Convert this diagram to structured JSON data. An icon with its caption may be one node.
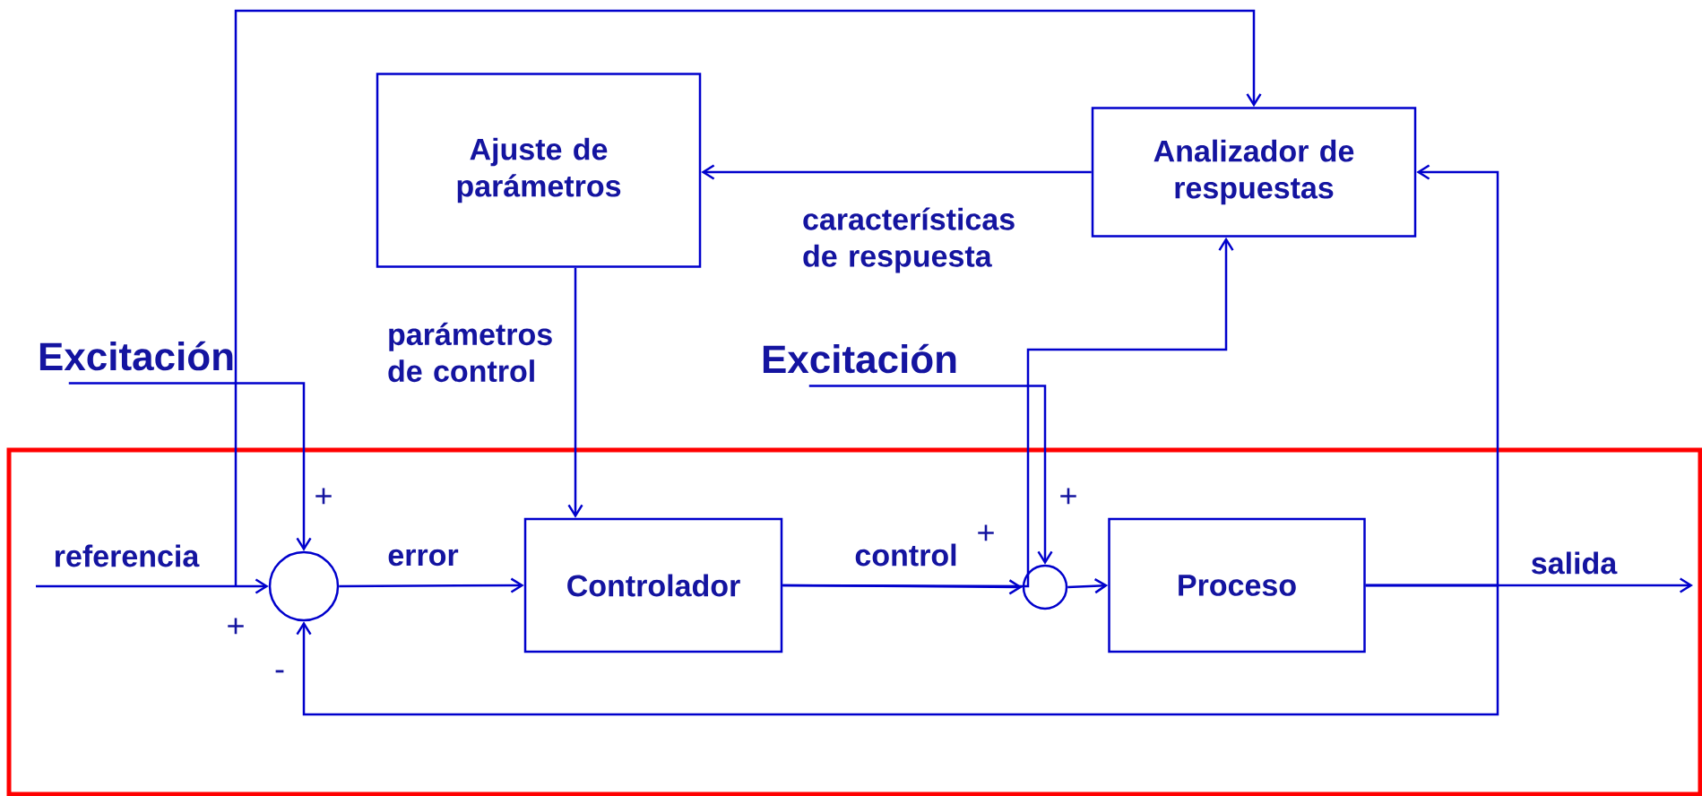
{
  "diagram": {
    "nodes": [
      {
        "text": [
          "Ajuste de parámetros"
        ]
      },
      {
        "text": [
          "Analizador de respuestas"
        ]
      },
      {
        "text": [
          "Excitación"
        ]
      },
      {
        "text": [
          "Excitación"
        ]
      },
      {
        "text": [],
        "shape": "box"
      },
      {
        "text": [],
        "shape": "circle",
        "in": 4
      },
      {
        "text": [
          "Controlador"
        ],
        "in": 4
      },
      {
        "text": [],
        "shape": "circle",
        "in": 4
      },
      {
        "text": [
          "Proceso"
        ],
        "in": 4
      }
    ],
    "edges": [
      {
        "from": null,
        "to": 1,
        "arrow": "to"
      },
      {
        "from": 1,
        "to": 0,
        "arrow": "to",
        "label": "características de respuesta"
      },
      {
        "from": 0,
        "to": 6,
        "arrow": "to",
        "label": "parámetros de control"
      },
      {
        "from": 2,
        "to": 5,
        "arrow": "to"
      },
      {
        "from": null,
        "to": 5,
        "arrow": "to",
        "label": "referencia"
      },
      {
        "from": 5,
        "to": 6,
        "arrow": "to",
        "label": "error"
      },
      {
        "from": 6,
        "to": 7,
        "arrow": "to",
        "label": "control"
      },
      {
        "from": 3,
        "to": 7,
        "arrow": "to"
      },
      {
        "from": 7,
        "to": 8,
        "arrow": "to"
      },
      {
        "from": 8,
        "to": null,
        "arrow": "to",
        "label": "salida"
      },
      {
        "from": 8,
        "to": 5,
        "arrow": "to"
      },
      {
        "from": 8,
        "to": 1,
        "arrow": "to"
      },
      {
        "from": 6,
        "to": 1,
        "arrow": "to"
      }
    ],
    "labels": [
      "+",
      "+",
      "+",
      "+",
      "-"
    ]
  }
}
